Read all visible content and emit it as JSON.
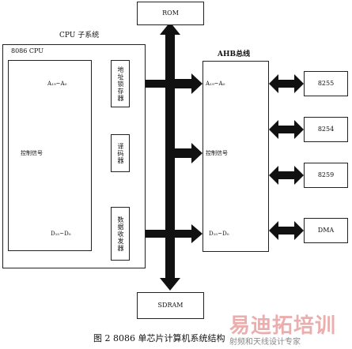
{
  "rom": "ROM",
  "sdram": "SDRAM",
  "cpu_subsystem_label": "CPU 子系统",
  "cpu_label": "8086 CPU",
  "ahb_label": "AHB总线",
  "left_signals": {
    "address": "A₁₉~A₀",
    "control": "控制信号",
    "data": "D₁₅~D₀"
  },
  "blocks": {
    "latch": "地址锁存器",
    "decoder": "译码器",
    "transceiver": "数据收发器"
  },
  "ahb_signals": {
    "address": "A₁₉~A₀",
    "control": "控制信号",
    "data": "D₁₅~D₀"
  },
  "peripherals": [
    "8255",
    "8254",
    "8259",
    "DMA"
  ],
  "caption": "图 2   8086 单芯片计算机系统结构",
  "watermark": "易迪拓培训",
  "watermark_sub": "射频和天线设计专家"
}
